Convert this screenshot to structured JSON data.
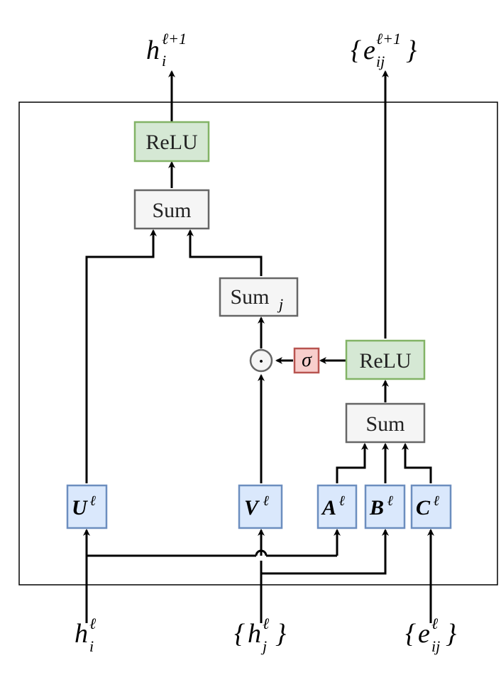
{
  "colors": {
    "blue_fill": "#dae8fc",
    "blue_stroke": "#6c8ebf",
    "green_fill": "#d5e8d4",
    "green_stroke": "#82b366",
    "gray_fill": "#f5f5f5",
    "gray_stroke": "#666666",
    "red_fill": "#f8cecc",
    "red_stroke": "#b85450"
  },
  "boxes": {
    "relu_top": "ReLU",
    "sum_top": "Sum",
    "sum_j": "Sum",
    "sum_j_subscript": "j",
    "relu_right": "ReLU",
    "sum_right": "Sum",
    "sigma": "σ",
    "odot": "·",
    "U": "U",
    "V": "V",
    "A": "A",
    "B": "B",
    "C": "C",
    "ell": "ℓ"
  },
  "inputs": {
    "h_i": {
      "base": "h",
      "sup": "ℓ",
      "sub": "i"
    },
    "h_j": {
      "open": "{",
      "base": "h",
      "sup": "ℓ",
      "sub": "j",
      "close": "}"
    },
    "e_ij": {
      "open": "{",
      "base": "e",
      "sup": "ℓ",
      "sub": "ij",
      "close": "}"
    }
  },
  "outputs": {
    "h_i": {
      "base": "h",
      "sup": "ℓ+1",
      "sub": "i"
    },
    "e_ij": {
      "open": "{",
      "base": "e",
      "sup": "ℓ+1",
      "sub": "ij",
      "close": "}"
    }
  }
}
